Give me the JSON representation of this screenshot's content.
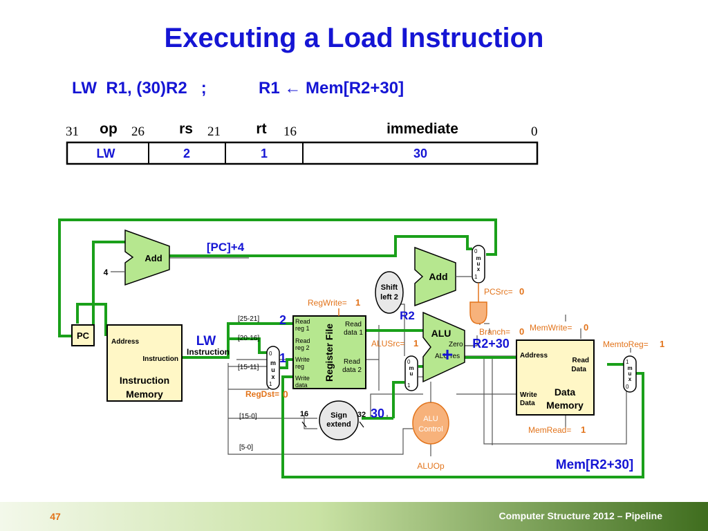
{
  "title": "Executing a Load Instruction",
  "instruction_line": {
    "asm": "LW  R1, (30)R2   ;",
    "rtl": "R1 ← Mem[R2+30]"
  },
  "format": {
    "fields": [
      {
        "name": "op",
        "value": "LW"
      },
      {
        "name": "rs",
        "value": "2"
      },
      {
        "name": "rt",
        "value": "1"
      },
      {
        "name": "immediate",
        "value": "30"
      }
    ],
    "bits": [
      "31",
      "26",
      "21",
      "16",
      "0"
    ]
  },
  "blocks": {
    "pc": "PC",
    "add_pc": "Add",
    "add_branch": "Add",
    "four": "4",
    "instr_mem": {
      "address": "Address",
      "instruction": "Instruction",
      "title1": "Instruction",
      "title2": "Memory"
    },
    "reg_file": {
      "title": "Register File",
      "read_reg1a": "Read",
      "read_reg1b": "reg 1",
      "read_reg2a": "Read",
      "read_reg2b": "reg 2",
      "write_rega": "Write",
      "write_regb": "reg",
      "write_dataa": "Write",
      "write_datab": "data",
      "read_data1a": "Read",
      "read_data1b": "data 1",
      "read_data2a": "Read",
      "read_data2b": "data 2"
    },
    "sign_extend": {
      "l1": "Sign",
      "l2": "extend",
      "in": "16",
      "out": "32"
    },
    "shift_left": {
      "l1": "Shift",
      "l2": "left 2"
    },
    "alu": {
      "title": "ALU",
      "zero": "Zero",
      "res": "ALU res"
    },
    "alu_control": {
      "l1": "ALU",
      "l2": "Control"
    },
    "data_mem": {
      "address": "Address",
      "read_dataa": "Read",
      "read_datab": "Data",
      "write_dataa": "Write",
      "write_datab": "Data",
      "title1": "Data",
      "title2": "Memory"
    },
    "mux": {
      "m": "m",
      "u": "u",
      "x": "x",
      "zero": "0",
      "one": "1"
    }
  },
  "bit_ranges": [
    "[25-21]",
    "[20-16]",
    "[15-11]",
    "[15-0]",
    "[5-0]"
  ],
  "signals": {
    "regwrite": {
      "name": "RegWrite=",
      "value": "1"
    },
    "regdst": {
      "name": "RegDst=",
      "value": "0"
    },
    "alusrc": {
      "name": "ALUSrc=",
      "value": "1"
    },
    "pcsrc": {
      "name": "PCSrc=",
      "value": "0"
    },
    "branch": {
      "name": "Branch=",
      "value": "0"
    },
    "memwrite": {
      "name": "MemWrite=",
      "value": "0"
    },
    "memtoreg": {
      "name": "MemtoReg=",
      "value": "1"
    },
    "memread": {
      "name": "MemRead=",
      "value": "1"
    },
    "aluop": "ALUOp"
  },
  "annotations": {
    "pc_plus4": "[PC]+4",
    "lw": "LW",
    "instruction": "Instruction",
    "two": "2",
    "one": "1",
    "r2": "R2",
    "plus": "+",
    "r2_30": "R2+30",
    "thirty": "30",
    "mem_r2_30": "Mem[R2+30]"
  },
  "footer": {
    "page": "47",
    "text": "Computer Structure 2012 – Pipeline"
  },
  "colors": {
    "title": "#1515d4",
    "wire_active": "#1aa01a",
    "block_green": "#b6e78f",
    "block_cream": "#fff7c6",
    "control_orange": "#f7b27b",
    "control_text": "#e2731a"
  }
}
